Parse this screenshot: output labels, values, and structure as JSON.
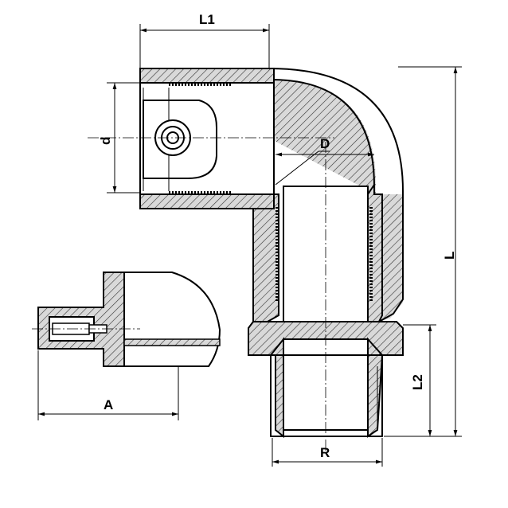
{
  "labels": {
    "l1": "L1",
    "d_small": "d",
    "d_big": "D",
    "l": "L",
    "l2": "L2",
    "r": "R",
    "a": "A"
  },
  "colors": {
    "line": "#000000",
    "hatch_fill": "#d8d8d8",
    "background": "#ffffff"
  }
}
